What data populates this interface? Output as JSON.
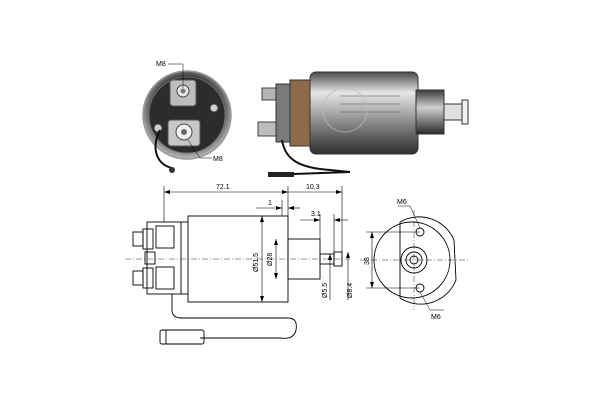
{
  "photo_labels": {
    "top_thread": "M8",
    "bottom_thread": "M8"
  },
  "dimensions": {
    "overall_length": "72.1",
    "plunger_length": "10.3",
    "flange_gap": "1",
    "stroke": "3.1",
    "body_diameter": "Ø51.5",
    "neck_diameter": "Ø28",
    "plunger_diameter": "Ø5.5",
    "plunger_head_diameter": "Ø8.4",
    "bolt_spacing": "38",
    "top_bolt": "M6",
    "bottom_bolt": "M6"
  },
  "colors": {
    "metal_light": "#d9d9d9",
    "metal_dark": "#5a5a5a",
    "background_photo": "#2b2b2b",
    "line": "#000000"
  }
}
